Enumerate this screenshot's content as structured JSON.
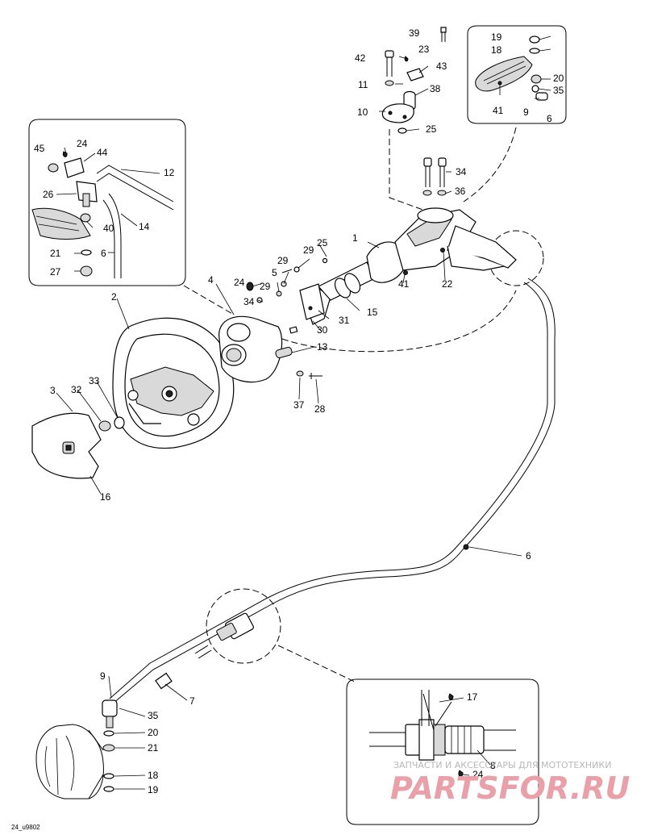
{
  "figure_id": "24_u9802",
  "watermark": {
    "top": "ЗАПЧАСТИ И АКСЕССУАРЫ ДЛЯ МОТОТЕХНИКИ",
    "logo": "PARTSFOR.RU"
  },
  "callouts": {
    "c1": "1",
    "c2": "2",
    "c3": "3",
    "c4": "4",
    "c5": "5",
    "c6a": "6",
    "c6b": "6",
    "c6c": "6",
    "c7": "7",
    "c8": "8",
    "c9a": "9",
    "c9b": "9",
    "c10": "10",
    "c11": "11",
    "c12": "12",
    "c13": "13",
    "c14": "14",
    "c15": "15",
    "c16": "16",
    "c17": "17",
    "c18a": "18",
    "c18b": "18",
    "c19a": "19",
    "c19b": "19",
    "c20a": "20",
    "c20b": "20",
    "c21a": "21",
    "c21b": "21",
    "c22": "22",
    "c23": "23",
    "c24a": "24",
    "c24b": "24",
    "c24c": "24",
    "c25a": "25",
    "c25b": "25",
    "c26": "26",
    "c27": "27",
    "c28": "28",
    "c29a": "29",
    "c29b": "29",
    "c29c": "29",
    "c30": "30",
    "c31": "31",
    "c32": "32",
    "c33": "33",
    "c34a": "34",
    "c34b": "34",
    "c35a": "35",
    "c35b": "35",
    "c36": "36",
    "c37": "37",
    "c38": "38",
    "c39": "39",
    "c40": "40",
    "c41a": "41",
    "c41b": "41",
    "c42": "42",
    "c43": "43",
    "c44": "44",
    "c45": "45"
  }
}
